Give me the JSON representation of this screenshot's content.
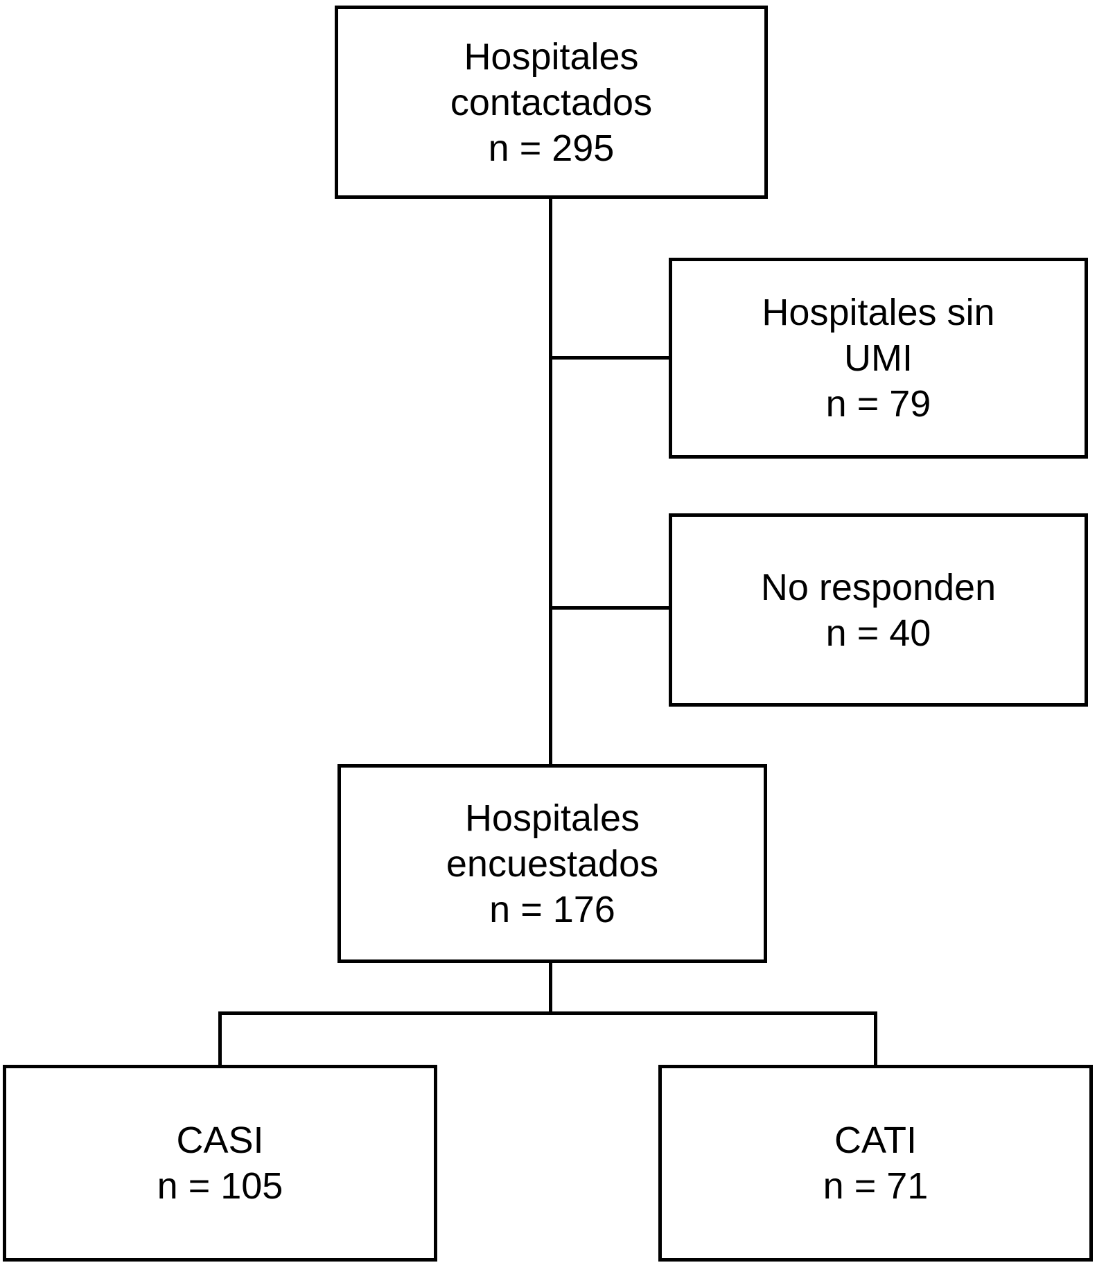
{
  "flowchart": {
    "description": "Study flow diagram of hospitals contacted and surveyed",
    "colors": {
      "background": "#ffffff",
      "box_fill": "#ffffff",
      "box_border": "#000000",
      "text": "#000000",
      "connector": "#000000"
    },
    "boxes": {
      "contacted": {
        "lines": [
          "Hospitales",
          "contactados",
          "n = 295"
        ],
        "n": 295
      },
      "no_umi": {
        "lines": [
          "Hospitales sin",
          "UMI",
          "n = 79"
        ],
        "n": 79
      },
      "no_response": {
        "lines": [
          "No responden",
          "n = 40"
        ],
        "n": 40
      },
      "surveyed": {
        "lines": [
          "Hospitales",
          "encuestados",
          "n = 176"
        ],
        "n": 176
      },
      "casi": {
        "lines": [
          "CASI",
          "n = 105"
        ],
        "n": 105
      },
      "cati": {
        "lines": [
          "CATI",
          "n = 71"
        ],
        "n": 71
      }
    },
    "edges": [
      "contacted -> surveyed",
      "contacted -> no_umi",
      "contacted -> no_response",
      "surveyed -> casi",
      "surveyed -> cati"
    ]
  }
}
